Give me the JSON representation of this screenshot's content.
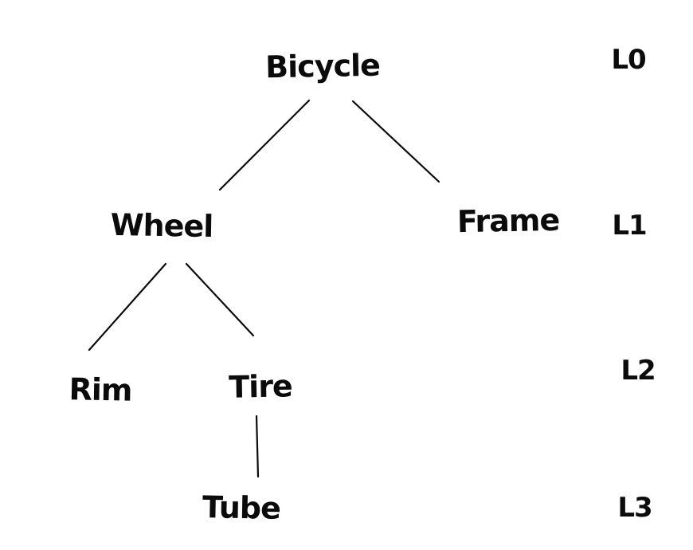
{
  "diagram": {
    "type": "tree",
    "ink_color": "#0b0b0b",
    "background_color": "#ffffff",
    "nodes": [
      {
        "id": "bicycle",
        "label": "Bicycle",
        "level": 0
      },
      {
        "id": "wheel",
        "label": "Wheel",
        "level": 1
      },
      {
        "id": "frame",
        "label": "Frame",
        "level": 1
      },
      {
        "id": "rim",
        "label": "Rim",
        "level": 2
      },
      {
        "id": "tire",
        "label": "Tire",
        "level": 2
      },
      {
        "id": "tube",
        "label": "Tube",
        "level": 3
      }
    ],
    "edges": [
      {
        "from": "Bicycle",
        "to": "Wheel"
      },
      {
        "from": "Bicycle",
        "to": "Frame"
      },
      {
        "from": "Wheel",
        "to": "Rim"
      },
      {
        "from": "Wheel",
        "to": "Tire"
      },
      {
        "from": "Tire",
        "to": "Tube"
      }
    ],
    "level_labels": [
      {
        "label": "L0"
      },
      {
        "label": "L1"
      },
      {
        "label": "L2"
      },
      {
        "label": "L3"
      }
    ]
  }
}
